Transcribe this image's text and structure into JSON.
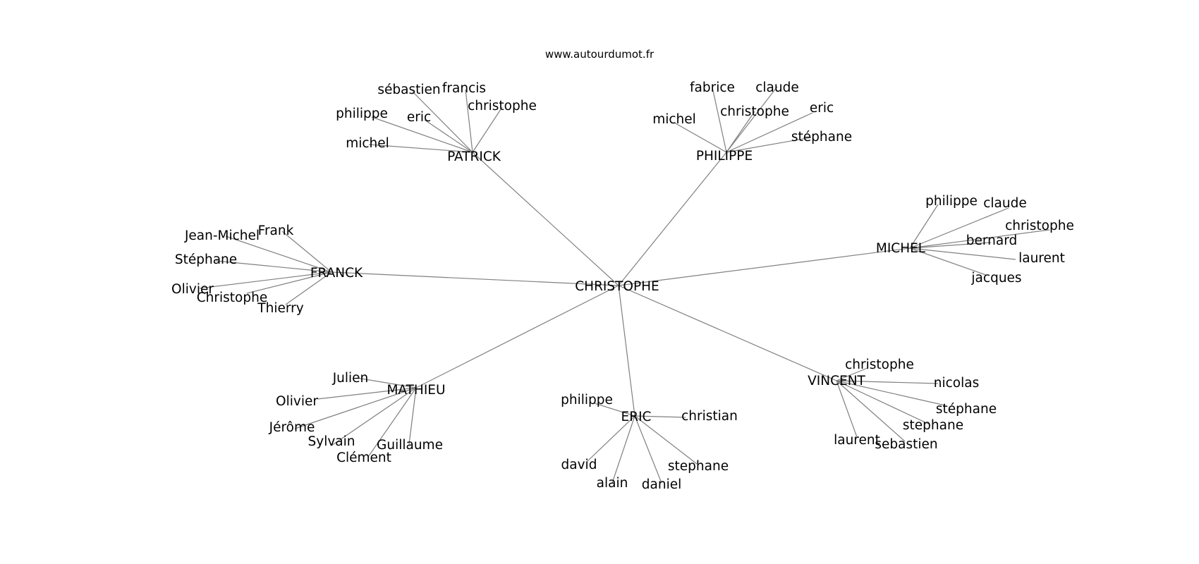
{
  "site": "www.autourdumot.fr",
  "graph": {
    "center": "CHRISTOPHE",
    "groups": [
      {
        "name": "PATRICK",
        "leaves": [
          "sébastien",
          "francis",
          "christophe",
          "philippe",
          "eric",
          "michel"
        ]
      },
      {
        "name": "PHILIPPE",
        "leaves": [
          "fabrice",
          "claude",
          "christophe",
          "eric",
          "michel",
          "stéphane"
        ]
      },
      {
        "name": "FRANCK",
        "leaves": [
          "Frank",
          "Jean-Michel",
          "Stéphane",
          "Olivier",
          "Christophe",
          "Thierry"
        ]
      },
      {
        "name": "MICHEL",
        "leaves": [
          "philippe",
          "claude",
          "christophe",
          "bernard",
          "laurent",
          "jacques"
        ]
      },
      {
        "name": "MATHIEU",
        "leaves": [
          "Julien",
          "Olivier",
          "Jérôme",
          "Sylvain",
          "Clément",
          "Guillaume"
        ]
      },
      {
        "name": "ERIC",
        "leaves": [
          "philippe",
          "christian",
          "david",
          "alain",
          "daniel",
          "stephane"
        ]
      },
      {
        "name": "VINCENT",
        "leaves": [
          "christophe",
          "nicolas",
          "stéphane",
          "stephane",
          "laurent",
          "sebastien"
        ]
      }
    ]
  }
}
